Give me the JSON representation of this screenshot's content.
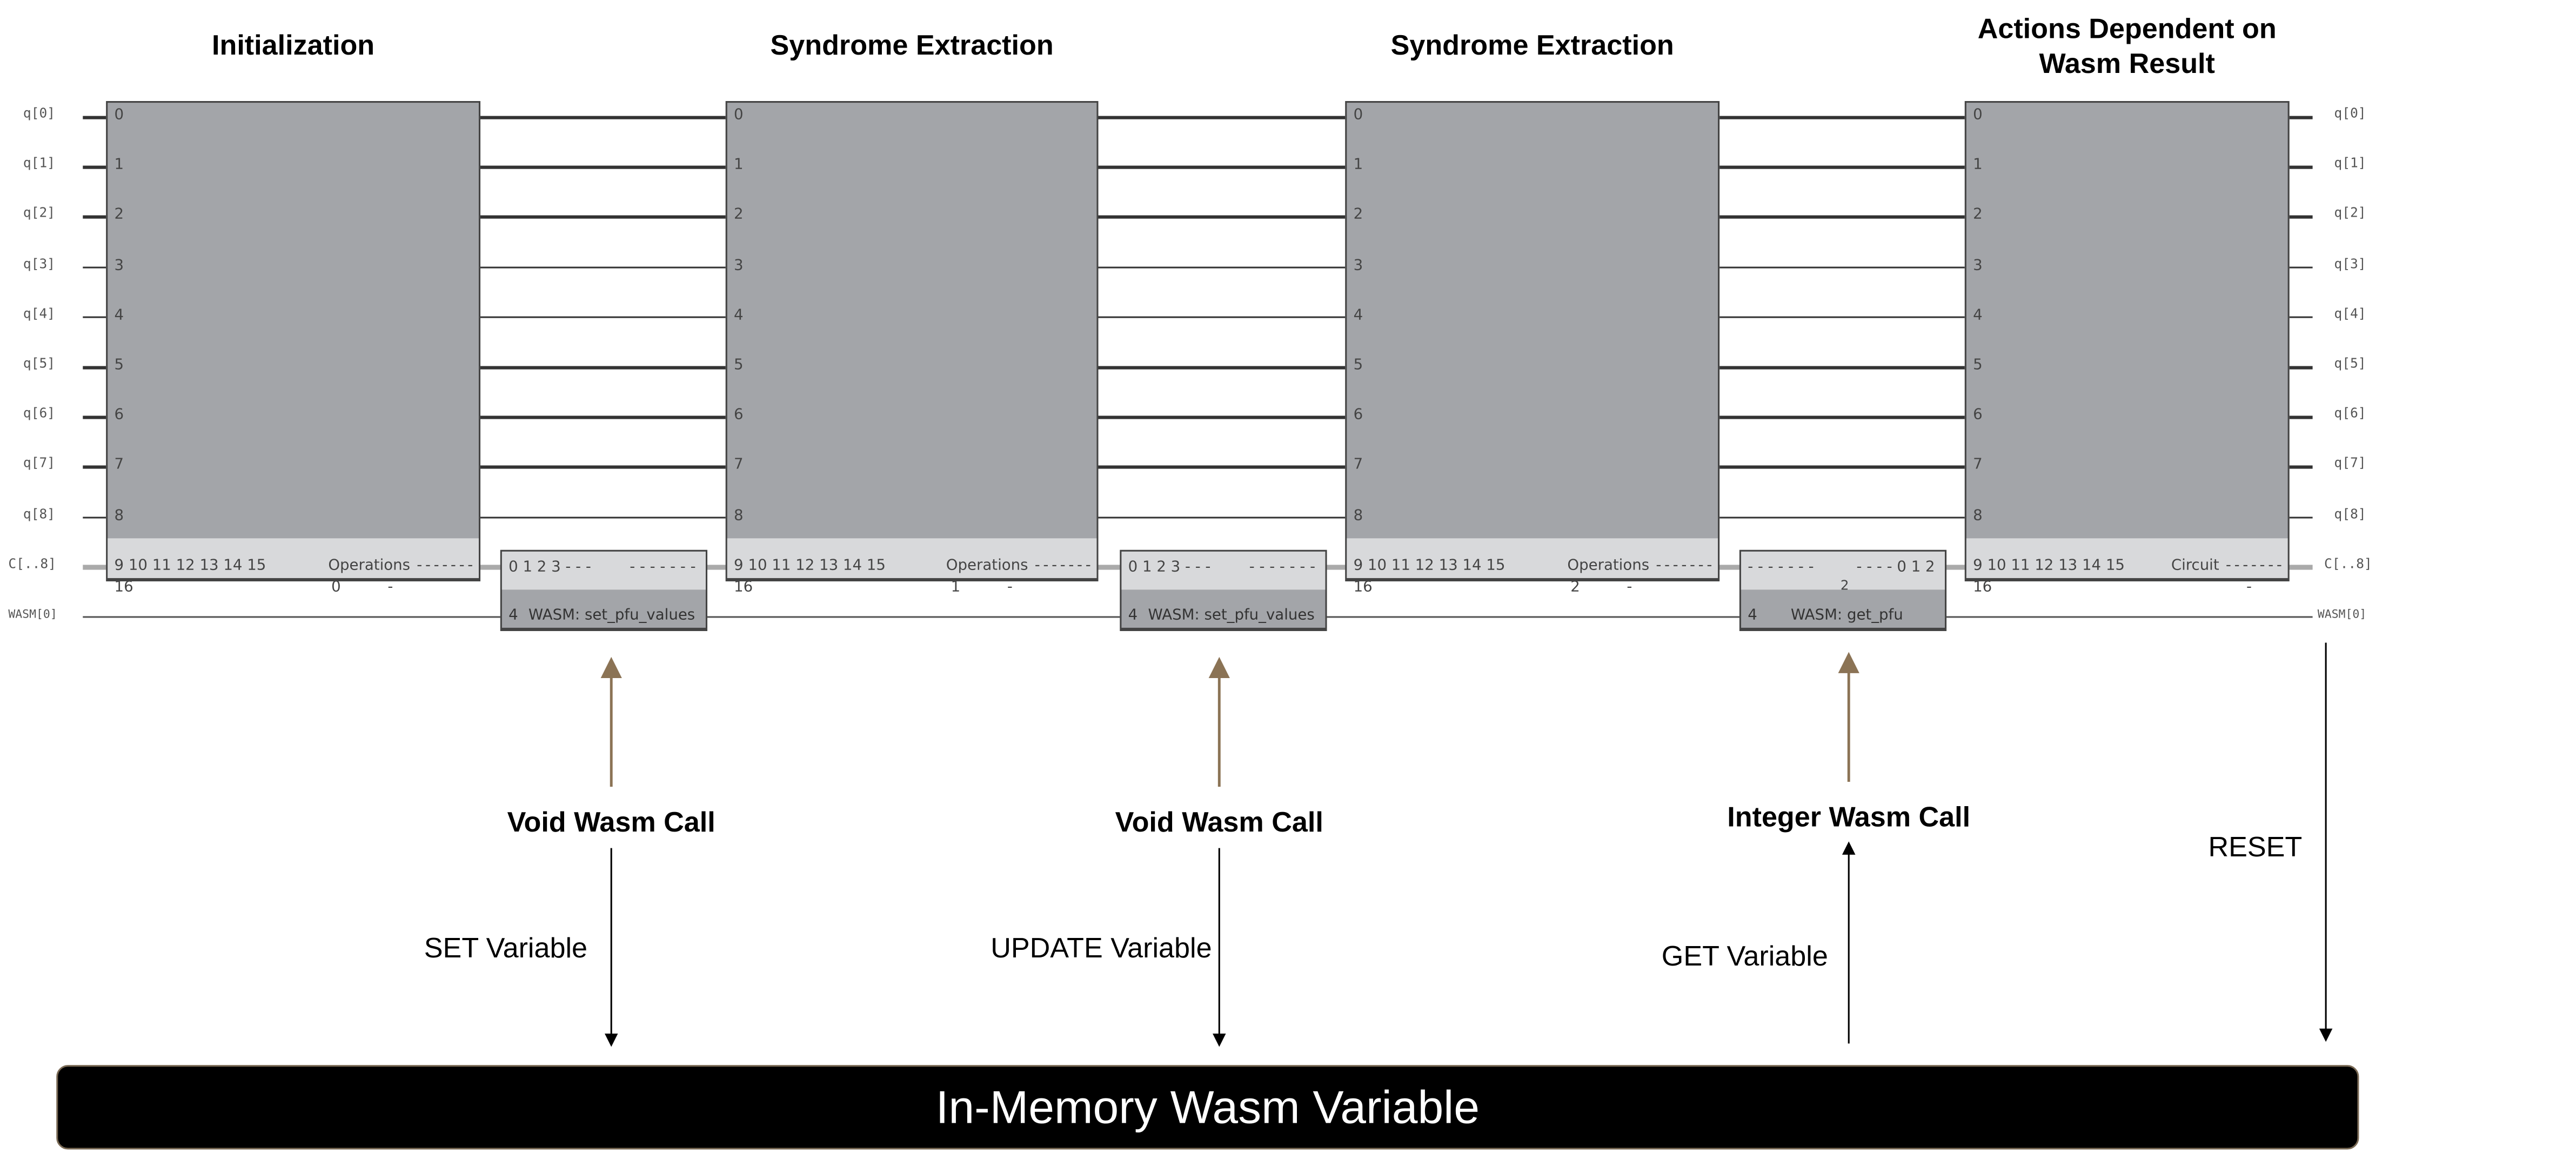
{
  "wires": {
    "qubits": [
      "q[0]",
      "q[1]",
      "q[2]",
      "q[3]",
      "q[4]",
      "q[5]",
      "q[6]",
      "q[7]",
      "q[8]"
    ],
    "classical": "C[..8]",
    "wasm": "WASM[0]"
  },
  "blocks": [
    {
      "title": "Initialization",
      "indices": [
        "0",
        "1",
        "2",
        "3",
        "4",
        "5",
        "6",
        "7",
        "8"
      ],
      "bits": "9 10 11 12 13 14 15",
      "name": "Operations",
      "dashes": "- - - - - - -",
      "under_left": "16",
      "under_mid": "0",
      "under_right": "-"
    },
    {
      "title": "Syndrome Extraction",
      "indices": [
        "0",
        "1",
        "2",
        "3",
        "4",
        "5",
        "6",
        "7",
        "8"
      ],
      "bits": "9 10 11 12 13 14 15",
      "name": "Operations",
      "dashes": "- - - - - - -",
      "under_left": "16",
      "under_mid": "1",
      "under_right": "-"
    },
    {
      "title": "Syndrome Extraction",
      "indices": [
        "0",
        "1",
        "2",
        "3",
        "4",
        "5",
        "6",
        "7",
        "8"
      ],
      "bits": "9 10 11 12 13 14 15",
      "name": "Operations",
      "dashes": "- - - - - - -",
      "under_left": "16",
      "under_mid": "2",
      "under_right": "-"
    },
    {
      "title": "Actions Dependent on Wasm Result",
      "indices": [
        "0",
        "1",
        "2",
        "3",
        "4",
        "5",
        "6",
        "7",
        "8"
      ],
      "bits": "9 10 11 12 13 14 15",
      "name": "Circuit",
      "dashes": "- - - - - - -",
      "under_left": "16",
      "under_mid": "",
      "under_right": "-"
    }
  ],
  "wasm_ops": [
    {
      "top_left": "0 1 2 3 - - -",
      "top_right": "- - - - - - -",
      "top_mid": "",
      "index": "4",
      "label": "WASM: set_pfu_values"
    },
    {
      "top_left": "0 1 2 3 - - -",
      "top_right": "- - - - - - -",
      "top_mid": "",
      "index": "4",
      "label": "WASM: set_pfu_values"
    },
    {
      "top_left": "- - - - - - -",
      "top_right": "- - - - 0 1 2",
      "top_mid": "2",
      "index": "4",
      "label": "WASM: get_pfu"
    }
  ],
  "calls": [
    {
      "title": "Void Wasm Call",
      "action": "SET Variable"
    },
    {
      "title": "Void Wasm Call",
      "action": "UPDATE Variable"
    },
    {
      "title": "Integer Wasm Call",
      "action": "GET Variable"
    }
  ],
  "reset_label": "RESET",
  "memory_label": "In-Memory Wasm Variable",
  "colors": {
    "box": "#a3a5a9",
    "band": "#d8d9db",
    "call_arrow": "#8b7355",
    "memory_bar": "#000000"
  }
}
